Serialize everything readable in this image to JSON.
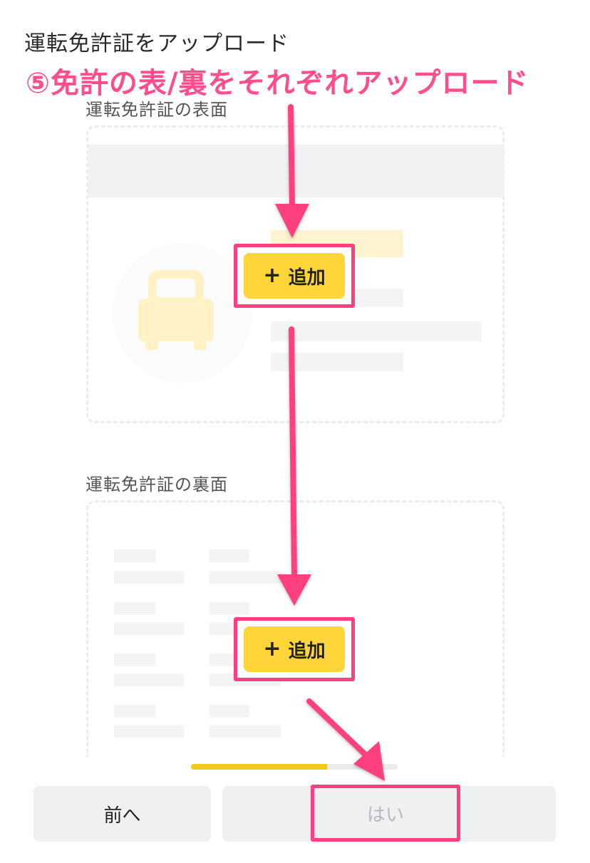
{
  "page": {
    "title": "運転免許証をアップロード"
  },
  "annotation": {
    "text": "⑤免許の表/裏をそれぞれアップロード",
    "color": "#ff4d8d"
  },
  "front": {
    "label": "運転免許証の表面",
    "add_label": "追加"
  },
  "back": {
    "label": "運転免許証の裏面",
    "add_label": "追加"
  },
  "icons": {
    "plus": "+",
    "car": "car-icon",
    "arrow": "arrow-down-icon"
  },
  "progress": {
    "fraction": 0.66
  },
  "footer": {
    "prev_label": "前へ",
    "yes_label": "はい"
  },
  "colors": {
    "accent": "#ffd53a",
    "highlight": "#ff3f7f",
    "progress": "#f2c91c"
  }
}
